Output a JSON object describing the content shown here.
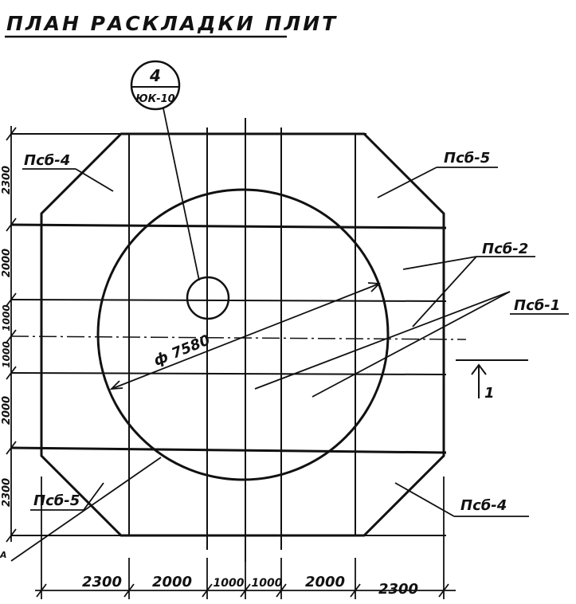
{
  "title": "ПЛАН РАСКЛАДКИ ПЛИТ",
  "callout": {
    "number": "4",
    "sheet": "ЮК-10"
  },
  "diameter_label": "ф 7580",
  "section_mark": "1",
  "section_letter": "А",
  "slab_labels": {
    "psb4_top": "Псб-4",
    "psb5_top": "Псб-5",
    "psb2": "Псб-2",
    "psb1": "Псб-1",
    "psb5_bottom": "Псб-5",
    "psb4_bottom": "Псб-4"
  },
  "dims_bottom": [
    "2300",
    "2000",
    "1000",
    "1000",
    "2000",
    "2300"
  ],
  "dims_left": [
    "2300",
    "2000",
    "1000",
    "1000",
    "2000",
    "2300"
  ]
}
